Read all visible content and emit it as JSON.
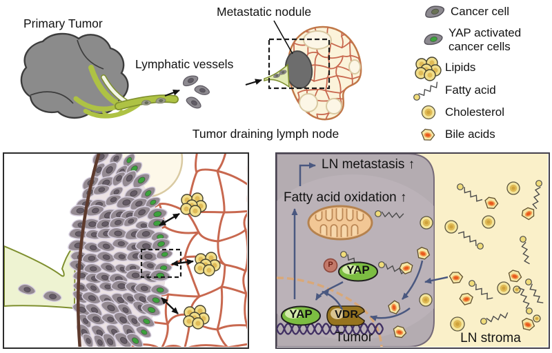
{
  "top": {
    "primary_tumor": "Primary Tumor",
    "lymphatic_vessels": "Lymphatic vessels",
    "metastatic_nodule": "Metastatic nodule",
    "tumor_draining_lymph_node": "Tumor draining lymph node"
  },
  "legend": {
    "items": [
      {
        "icon": "cancer-cell-icon",
        "label": "Cancer cell"
      },
      {
        "icon": "yap-activated-cancer-cell-icon",
        "label": "YAP activated cancer cells"
      },
      {
        "icon": "lipids-icon",
        "label": "Lipids"
      },
      {
        "icon": "fatty-acid-icon",
        "label": "Fatty acid"
      },
      {
        "icon": "cholesterol-icon",
        "label": "Cholesterol"
      },
      {
        "icon": "bile-acids-icon",
        "label": "Bile acids"
      }
    ]
  },
  "right_panel": {
    "ln_metastasis": "LN metastasis ↑",
    "fatty_acid_oxidation": "Fatty acid oxidation ↑",
    "p_label": "P",
    "yap_cytoplasm": "YAP",
    "yap_nucleus": "YAP",
    "vdr": "VDR",
    "tumor_label": "Tumor",
    "ln_stroma_label": "LN stroma"
  },
  "colors": {
    "tumor_gray": "#8b8b8b",
    "vessel_green": "#aec244",
    "vessel_pale": "#eef3d2",
    "vessel_outline": "#7e8f2e",
    "node_cream": "#fbf3da",
    "mesh_salmon": "#c8684f",
    "node_rim": "#5d3a2d",
    "cell_body": "#948a92",
    "cell_stroke": "#d8d0e0",
    "nucleus_gray": "#655b66",
    "nucleus_green": "#3da23d",
    "tumor_region_gray": "#b4acb1",
    "stroma_yellow": "#faf0c9",
    "arrow_blue": "#4a5880",
    "yap_green": "#7cbd42",
    "vdr_brown": "#97741f",
    "p_circle": "#c3796a",
    "mito_fill": "#f2c795",
    "mito_stroke": "#b5824e",
    "envelope_tan": "#d9a878",
    "dna_purple": "#413063",
    "lipid_yellow": "#f1de8b",
    "chol_gold": "#ddb54e",
    "bile_orange": "#e85a1e"
  }
}
